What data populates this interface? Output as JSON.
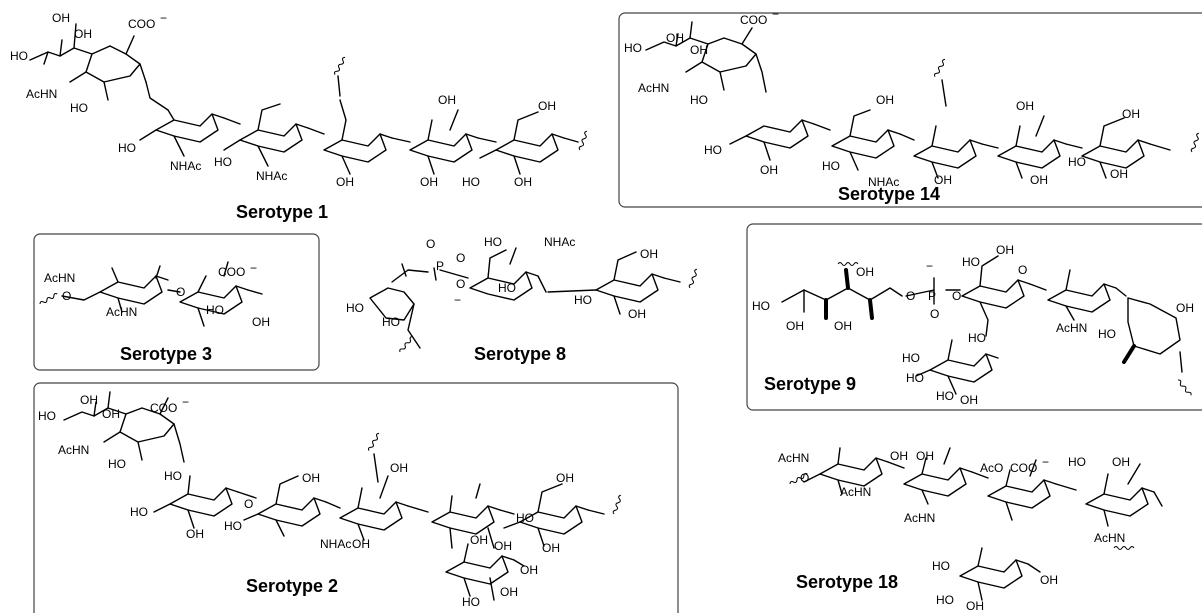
{
  "serotypes": [
    {
      "title": "Serotype 1"
    },
    {
      "title": "Serotype 14"
    },
    {
      "title": "Serotype 3"
    },
    {
      "title": "Serotype 8"
    },
    {
      "title": "Serotype 9"
    },
    {
      "title": "Serotype 2"
    },
    {
      "title": "Serotype 18"
    }
  ],
  "labels": {
    "HO": "HO",
    "OH": "OH",
    "O": "O",
    "NHAc": "NHAc",
    "AcHN": "AcHN",
    "COO": "COO",
    "minus": "−",
    "P": "P",
    "AcO": "AcO"
  }
}
